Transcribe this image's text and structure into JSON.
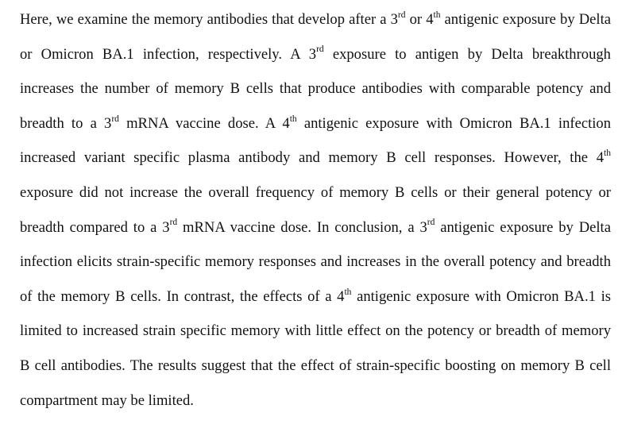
{
  "paragraph": {
    "lines": [
      {
        "a": "Here, we examine the memory antibodies that develop after a 3",
        "s1": "rd",
        "b": " or 4",
        "s2": "th",
        "c": " antigenic exposure by Delta"
      },
      {
        "a": "or Omicron BA.1 infection, respectively. A 3",
        "s1": "rd",
        "b": " exposure to antigen by Delta breakthrough"
      },
      {
        "a": "increases the number of memory B cells that produce antibodies with comparable potency and"
      },
      {
        "a": "breadth to a 3",
        "s1": "rd",
        "b": " mRNA vaccine dose. A 4",
        "s2": "th",
        "c": " antigenic exposure with Omicron BA.1 infection"
      },
      {
        "a": "increased variant specific plasma antibody and memory B cell responses. However, the 4",
        "s1": "th"
      },
      {
        "a": "exposure did not increase the overall frequency of memory B cells or their general potency or"
      },
      {
        "a": "breadth compared to a 3",
        "s1": "rd",
        "b": " mRNA vaccine dose. In conclusion, a 3",
        "s2": "rd",
        "c": " antigenic exposure by Delta"
      },
      {
        "a": "infection elicits strain-specific memory responses and increases in the overall potency and breadth"
      },
      {
        "a": "of the memory B cells. In contrast, the effects of a 4",
        "s1": "th",
        "b": " antigenic exposure with Omicron BA.1 is"
      },
      {
        "a": "limited to increased strain specific memory with little effect on the potency or breadth of memory"
      },
      {
        "a": "B cell antibodies. The results suggest that the effect of strain-specific boosting on memory B cell"
      },
      {
        "a": "compartment may be limited."
      }
    ]
  }
}
